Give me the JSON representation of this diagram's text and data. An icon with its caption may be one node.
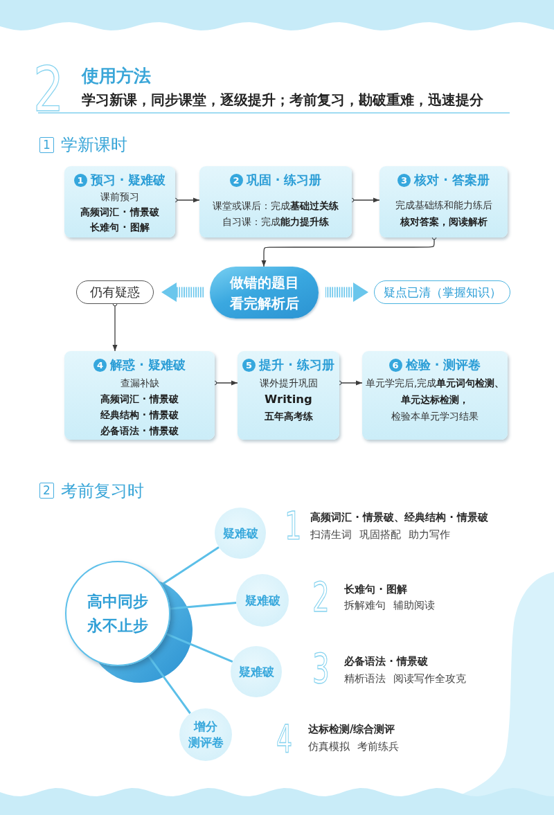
{
  "diagram": {
    "title": "使用方法",
    "nodes": [
      {
        "text": [
          "1",
          "预习 · 疑难破",
          "课前预习",
          "高频词汇 · 情景破",
          "长难句 · 图解"
        ]
      },
      {
        "text": [
          "2",
          "巩固 · 练习册",
          "课堂或课后：完成**基础过关练**",
          "自习课：完成**能力提升练**"
        ]
      },
      {
        "text": [
          "3",
          "核对 · 答案册",
          "完成基础练和能力练后",
          "核对答案，阅读解析"
        ]
      },
      {
        "text": [
          "做错的题目看完解析后"
        ]
      },
      {
        "text": [
          "仍有疑惑"
        ]
      },
      {
        "text": [
          "疑点已清（掌握知识）"
        ]
      },
      {
        "text": [
          "4",
          "解惑 · 疑难破",
          "查漏补缺",
          "高频词汇 · 情景破",
          "经典结构 · 情景破",
          "必备语法 · 情景破"
        ]
      },
      {
        "text": [
          "5",
          "提升 · 练习册",
          "课外提升巩固",
          "Writing",
          "五年高考练"
        ]
      },
      {
        "text": [
          "6",
          "检验 · 测评卷",
          "单元学完后,完成**单元词句检测、单元达标检测，**",
          "检验本单元学习结果"
        ]
      },
      {
        "text": [
          "高中同步永不止步"
        ]
      },
      {
        "text": [
          "疑难破"
        ]
      },
      {
        "text": [
          "疑难破"
        ]
      },
      {
        "text": [
          "疑难破"
        ]
      },
      {
        "text": [
          "增分测评卷"
        ]
      }
    ],
    "edges": [
      {
        "from": 0,
        "to": 1,
        "arrow": "to"
      },
      {
        "from": 1,
        "to": 2,
        "arrow": "to"
      },
      {
        "from": 2,
        "to": 3,
        "arrow": "to"
      },
      {
        "from": 3,
        "to": 4,
        "arrow": "to",
        "style": "thick",
        "color": "#6ac6ec"
      },
      {
        "from": 3,
        "to": 5,
        "arrow": "to",
        "style": "thick",
        "color": "#6ac6ec"
      },
      {
        "from": 4,
        "to": 6,
        "arrow": "to"
      },
      {
        "from": 6,
        "to": 7,
        "arrow": "to"
      },
      {
        "from": 7,
        "to": 8,
        "arrow": "to"
      },
      {
        "from": 9,
        "to": 10,
        "arrow": "none",
        "color": "#5bbfe8"
      },
      {
        "from": 9,
        "to": 11,
        "arrow": "none",
        "color": "#5bbfe8"
      },
      {
        "from": 9,
        "to": 12,
        "arrow": "none",
        "color": "#5bbfe8"
      },
      {
        "from": 9,
        "to": 13,
        "arrow": "none",
        "color": "#5bbfe8"
      }
    ],
    "labels": [
      "2",
      "学习新课，同步课堂，逐级提升；考前复习，勘破重难，迅速提分",
      "1",
      "学新课时",
      "2",
      "考前复习时",
      "1",
      "高频词汇 · 情景破、经典结构 · 情景破",
      "扫清生词 巩固搭配 助力写作",
      "2",
      "长难句 · 图解",
      "拆解难句 辅助阅读",
      "3",
      "必备语法 · 情景破",
      "精析语法 阅读写作全攻克",
      "4",
      "达标检测/综合测评",
      "仿真模拟 考前练兵"
    ]
  }
}
